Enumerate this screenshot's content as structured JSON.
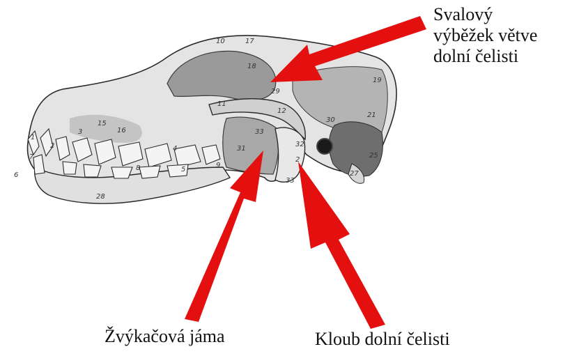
{
  "labels": {
    "svalovy": [
      "Svalový",
      "výběžek větve",
      "dolní čelisti"
    ],
    "zvykacova": "Žvýkačová jáma",
    "kloub": "Kloub dolní čelisti"
  },
  "skull_numbers": [
    "10",
    "17",
    "18",
    "19",
    "11",
    "12",
    "29",
    "30",
    "21",
    "15",
    "16",
    "3",
    "2",
    "1",
    "6",
    "7",
    "4",
    "5",
    "8",
    "9",
    "31",
    "33",
    "32",
    "2",
    "33",
    "27",
    "25",
    "28"
  ],
  "colors": {
    "arrow": "#e41010",
    "bone": "#e4e4e4",
    "shadow": "#8a8a8a",
    "outline": "#2a2a2a"
  }
}
